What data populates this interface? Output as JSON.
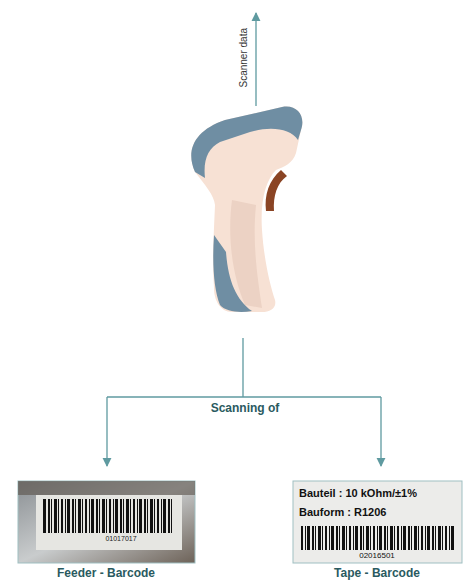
{
  "diagram": {
    "nodes": [
      {
        "text": [
          "01017017",
          "Feeder - Barcode"
        ]
      },
      {
        "text": [
          "Bauteil : 10 kOhm/±1%",
          "Bauform : R1206",
          "02016501",
          "Tape - Barcode"
        ]
      }
    ],
    "labels": [
      "Scanner data",
      "Scanning of"
    ]
  }
}
